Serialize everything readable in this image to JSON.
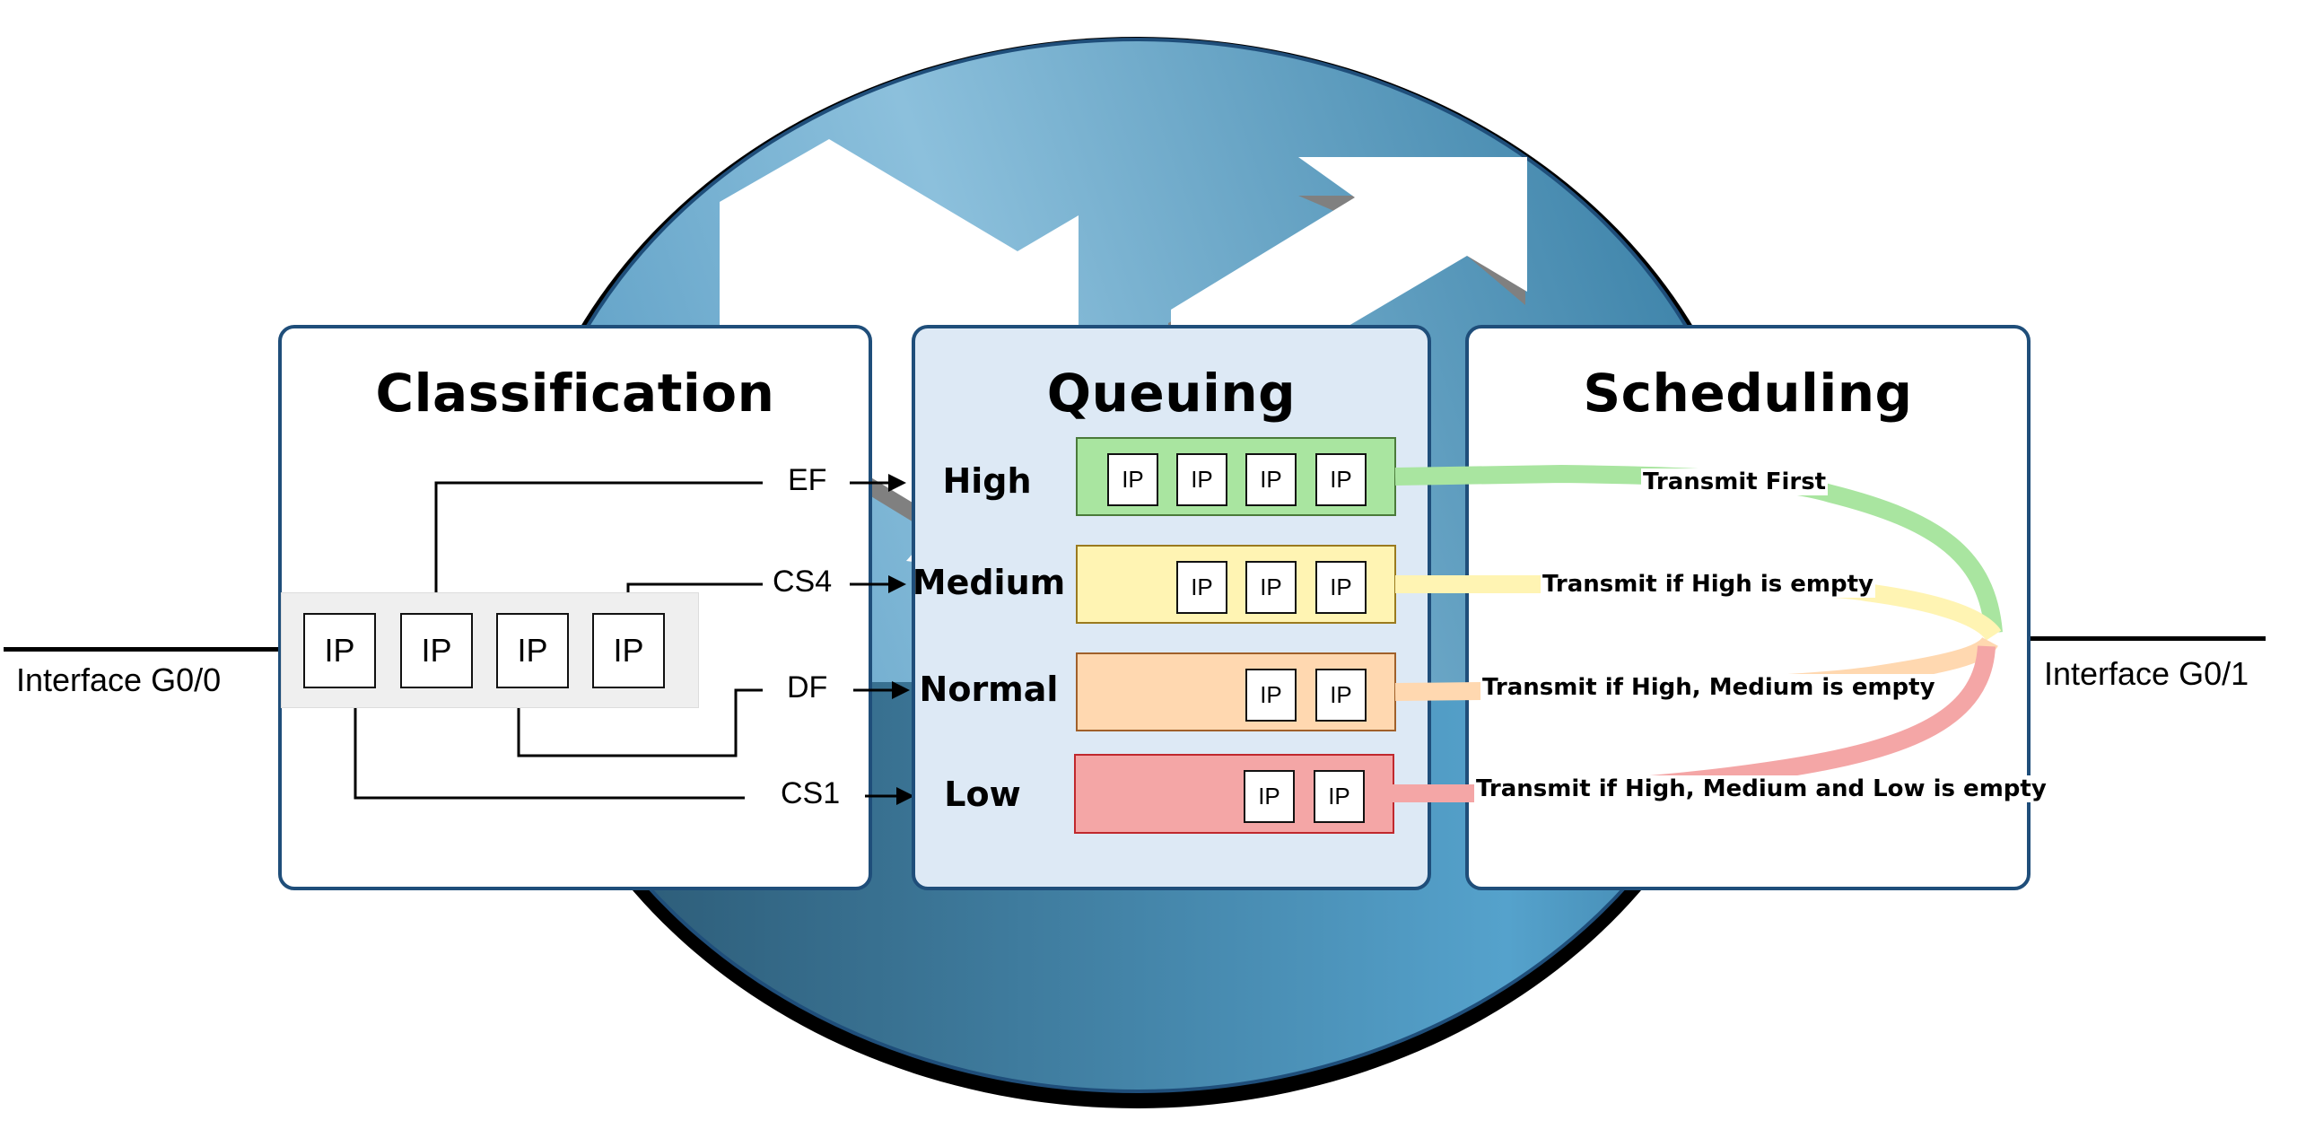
{
  "diagram": {
    "title": "QoS on Router: Classification, Queuing, Scheduling",
    "router_icon": "router-icon"
  },
  "interfaces": {
    "ingress": "Interface G0/0",
    "egress": "Interface G0/1"
  },
  "classification": {
    "title": "Classification",
    "packet_label": "IP",
    "incoming_packets": [
      "IP",
      "IP",
      "IP",
      "IP"
    ],
    "markings": [
      {
        "dscp": "EF",
        "queue": "High"
      },
      {
        "dscp": "CS4",
        "queue": "Medium"
      },
      {
        "dscp": "DF",
        "queue": "Normal"
      },
      {
        "dscp": "CS1",
        "queue": "Low"
      }
    ]
  },
  "queuing": {
    "title": "Queuing",
    "queues": [
      {
        "name": "High",
        "packets": [
          "IP",
          "IP",
          "IP",
          "IP"
        ],
        "fill": "#a9e5a0",
        "border": "#4a7a3a"
      },
      {
        "name": "Medium",
        "packets": [
          "IP",
          "IP",
          "IP"
        ],
        "fill": "#fff4b3",
        "border": "#9a7a1e"
      },
      {
        "name": "Normal",
        "packets": [
          "IP",
          "IP"
        ],
        "fill": "#ffd8b0",
        "border": "#a0602a"
      },
      {
        "name": "Low",
        "packets": [
          "IP",
          "IP"
        ],
        "fill": "#f4a6a6",
        "border": "#c0282d"
      }
    ]
  },
  "scheduling": {
    "title": "Scheduling",
    "rules": [
      {
        "text": "Transmit First",
        "color": "#a9e5a0"
      },
      {
        "text": "Transmit if High is empty",
        "color": "#fff4b3"
      },
      {
        "text": "Transmit if High, Medium is empty",
        "color": "#ffd8b0"
      },
      {
        "text": "Transmit if High, Medium and Low is empty",
        "color": "#f4a6a6"
      }
    ]
  },
  "colors": {
    "panel_border": "#1f4e7a",
    "queuing_panel_bg": "#dde9f5",
    "router_light": "#8cc0dc",
    "router_dark": "#2c6080"
  }
}
